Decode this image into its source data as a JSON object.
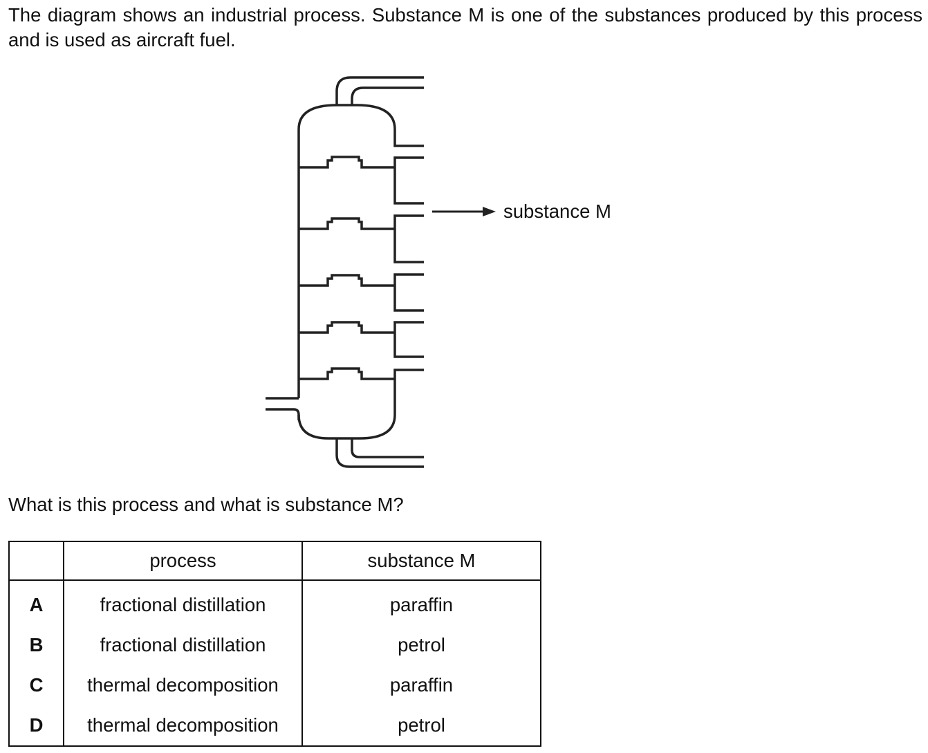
{
  "question": {
    "intro": "The diagram shows an industrial process. Substance M is one of the substances produced by this process and is used as aircraft fuel.",
    "diagram_label": "substance M",
    "prompt": "What is this process and what is substance M?"
  },
  "table": {
    "headers": [
      "",
      "process",
      "substance M"
    ],
    "rows": [
      {
        "key": "A",
        "process": "fractional distillation",
        "substance": "paraffin"
      },
      {
        "key": "B",
        "process": "fractional distillation",
        "substance": "petrol"
      },
      {
        "key": "C",
        "process": "thermal decomposition",
        "substance": "paraffin"
      },
      {
        "key": "D",
        "process": "thermal decomposition",
        "substance": "petrol"
      }
    ]
  }
}
